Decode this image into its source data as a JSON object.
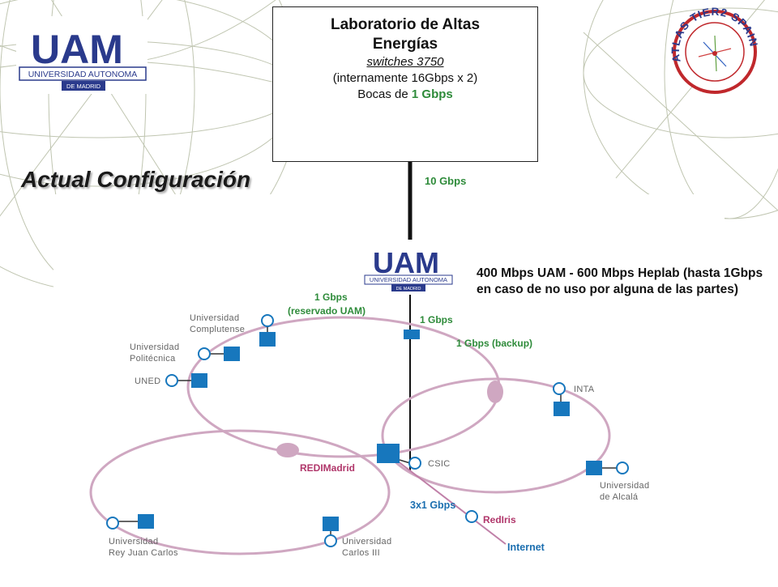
{
  "lab_box": {
    "title_line1": "Laboratorio de Altas",
    "title_line2": "Energías",
    "subtitle": "switches 3750",
    "internal": "(internamente 16Gbps x 2)",
    "ports_prefix": "Bocas de ",
    "ports_speed": "1 Gbps"
  },
  "slide_title": "Actual Configuración",
  "uplink_label": "10 Gbps",
  "note": "400 Mbps UAM - 600 Mbps Heplab (hasta 1Gbps en caso de no uso por alguna de las partes)",
  "links": {
    "reserved_line1": "1 Gbps",
    "reserved_line2": "(reservado UAM)",
    "main": "1 Gbps",
    "backup": "1 Gbps (backup)",
    "redimadrid_redris": "3x1 Gbps"
  },
  "logos": {
    "uam_letters": "UAM",
    "uam_name": "UNIVERSIDAD AUTONOMA",
    "uam_city": "DE MADRID",
    "atlas_text": "ATLAS TIER2 SPAIN"
  },
  "nodes": {
    "complutense": [
      "Universidad",
      "Complutense"
    ],
    "politecnica": [
      "Universidad",
      "Politécnica"
    ],
    "uned": "UNED",
    "inta": "INTA",
    "csic": "CSIC",
    "redimadrid": "REDIMadrid",
    "alcala": [
      "Universidad",
      "de Alcalá"
    ],
    "rey_juan_carlos": [
      "Universidad",
      "Rey Juan Carlos"
    ],
    "carlos_iii": [
      "Universidad",
      "Carlos III"
    ],
    "rediris": "RedIris",
    "internet": "Internet"
  },
  "colors": {
    "ring": "#cfa7c1",
    "node": "#1777bd",
    "green_text": "#2e8b3a",
    "pink_text": "#b0366a",
    "logo_blue": "#2a3a8c",
    "atlas_red": "#c0282c"
  }
}
